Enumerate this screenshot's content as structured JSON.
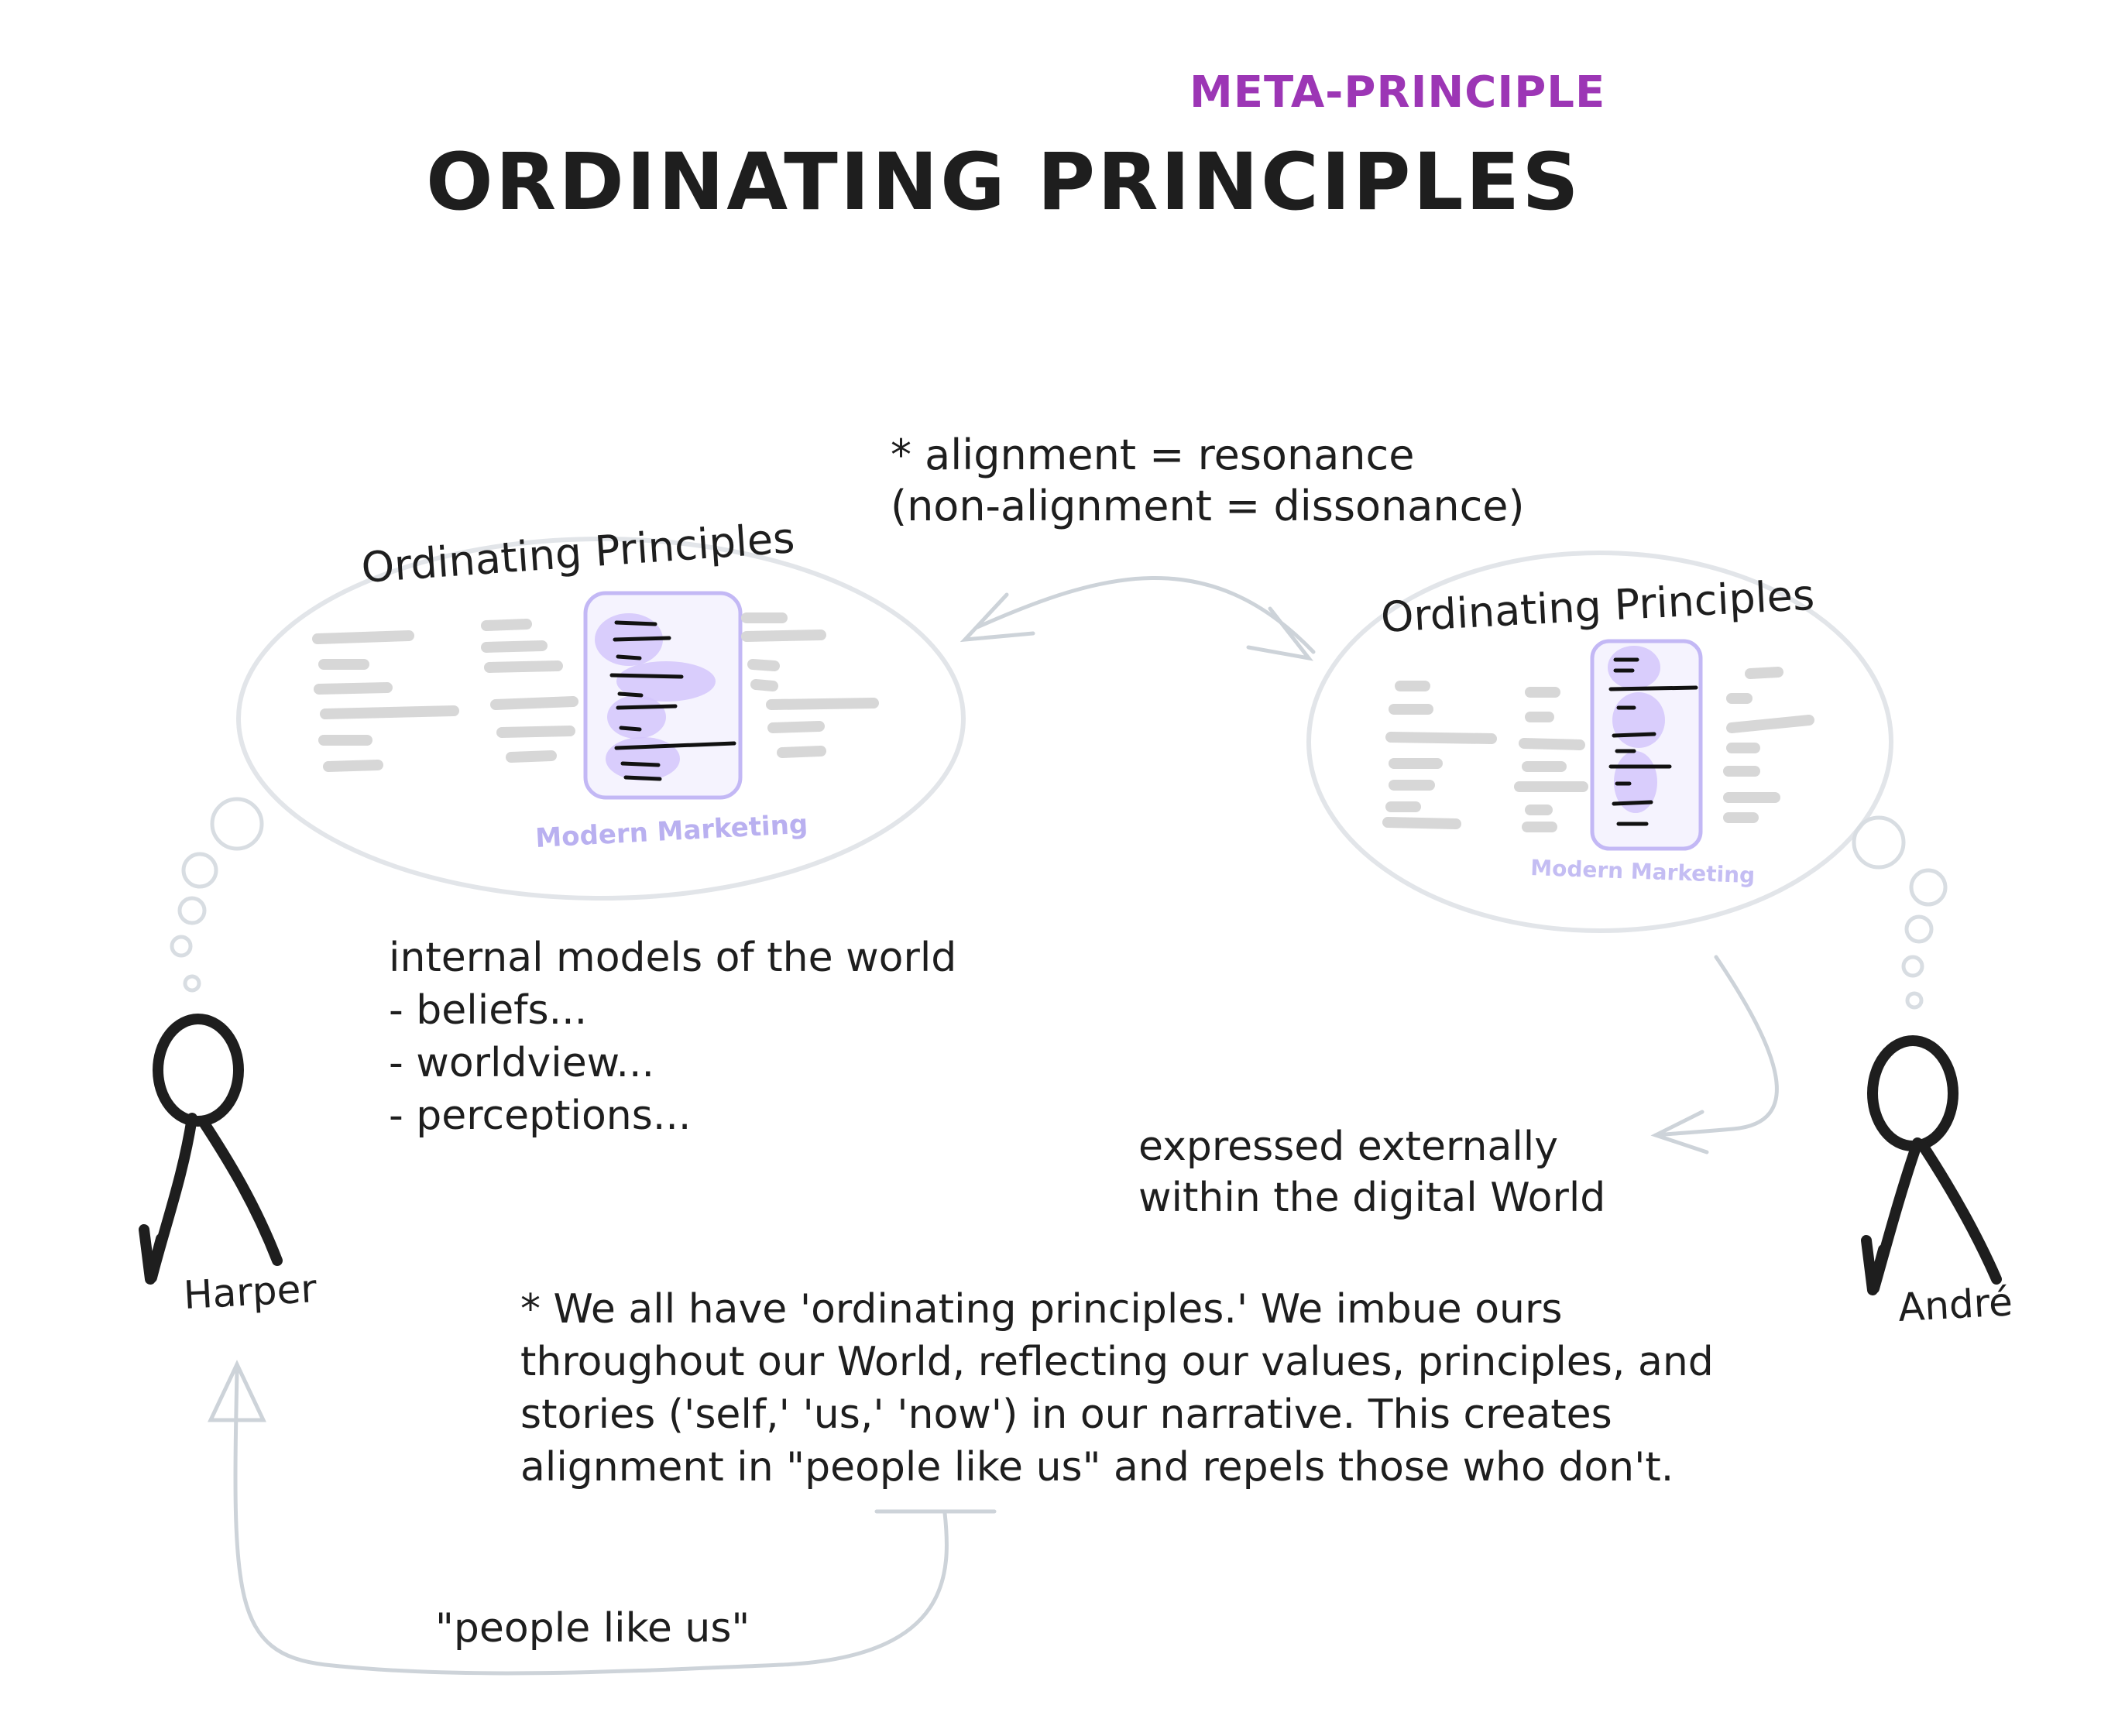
{
  "meta_label": "META-PRINCIPLE",
  "title": "ORDINATING PRINCIPLES",
  "alignment_note": {
    "line1": "* alignment = resonance",
    "line2": "(non-alignment = dissonance)"
  },
  "left_bubble": {
    "heading": "Ordinating Principles",
    "tag": "Modern Marketing"
  },
  "right_bubble": {
    "heading": "Ordinating Principles",
    "tag": "Modern Marketing"
  },
  "internal_models": {
    "heading": "internal models of the world",
    "items": [
      "- beliefs...",
      "- worldview...",
      "- perceptions..."
    ]
  },
  "expressed": {
    "line1": "expressed externally",
    "line2": "within the digital World"
  },
  "people": {
    "left": "Harper",
    "right": "André"
  },
  "paragraph": {
    "line1": "* We all have 'ordinating principles.' We imbue ours",
    "line2": "throughout our World, reflecting our values, principles, and",
    "line3": "stories ('self,' 'us,' 'now') in our narrative. This creates",
    "line4": "alignment in \"people like us\" and repels those who don't."
  },
  "loop_label": "\"people like us\"",
  "colors": {
    "accent": "#9c36b5",
    "ink": "#1e1e1e",
    "highlight": "#c3b8f5",
    "connector": "#cdd3d9"
  }
}
